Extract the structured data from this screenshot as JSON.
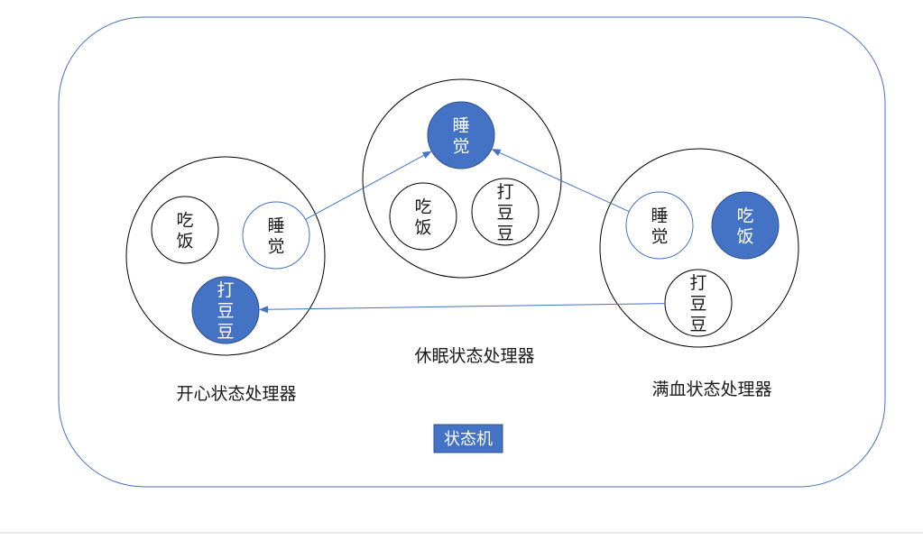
{
  "diagram": {
    "machine_label": "状态机",
    "colors": {
      "accent": "#4472C4",
      "outline": "#000000",
      "text": "#1a1a1a",
      "active_text": "#ffffff"
    },
    "handlers": [
      {
        "id": "happy",
        "caption": "开心状态处理器",
        "states": [
          {
            "id": "eat",
            "lines": [
              "吃",
              "饭"
            ],
            "style": "normal"
          },
          {
            "id": "sleep",
            "lines": [
              "睡",
              "觉"
            ],
            "style": "outlined"
          },
          {
            "id": "play",
            "lines": [
              "打",
              "豆",
              "豆"
            ],
            "style": "active"
          }
        ]
      },
      {
        "id": "rest",
        "caption": "休眠状态处理器",
        "states": [
          {
            "id": "sleep",
            "lines": [
              "睡",
              "觉"
            ],
            "style": "active"
          },
          {
            "id": "eat",
            "lines": [
              "吃",
              "饭"
            ],
            "style": "normal"
          },
          {
            "id": "play",
            "lines": [
              "打",
              "豆",
              "豆"
            ],
            "style": "normal"
          }
        ]
      },
      {
        "id": "full",
        "caption": "满血状态处理器",
        "states": [
          {
            "id": "sleep",
            "lines": [
              "睡",
              "觉"
            ],
            "style": "outlined"
          },
          {
            "id": "eat",
            "lines": [
              "吃",
              "饭"
            ],
            "style": "active"
          },
          {
            "id": "play",
            "lines": [
              "打",
              "豆",
              "豆"
            ],
            "style": "normal"
          }
        ]
      }
    ],
    "transitions": [
      {
        "from": "happy.sleep",
        "to": "rest.sleep"
      },
      {
        "from": "full.sleep",
        "to": "rest.sleep"
      },
      {
        "from": "full.play",
        "to": "happy.play"
      }
    ]
  }
}
